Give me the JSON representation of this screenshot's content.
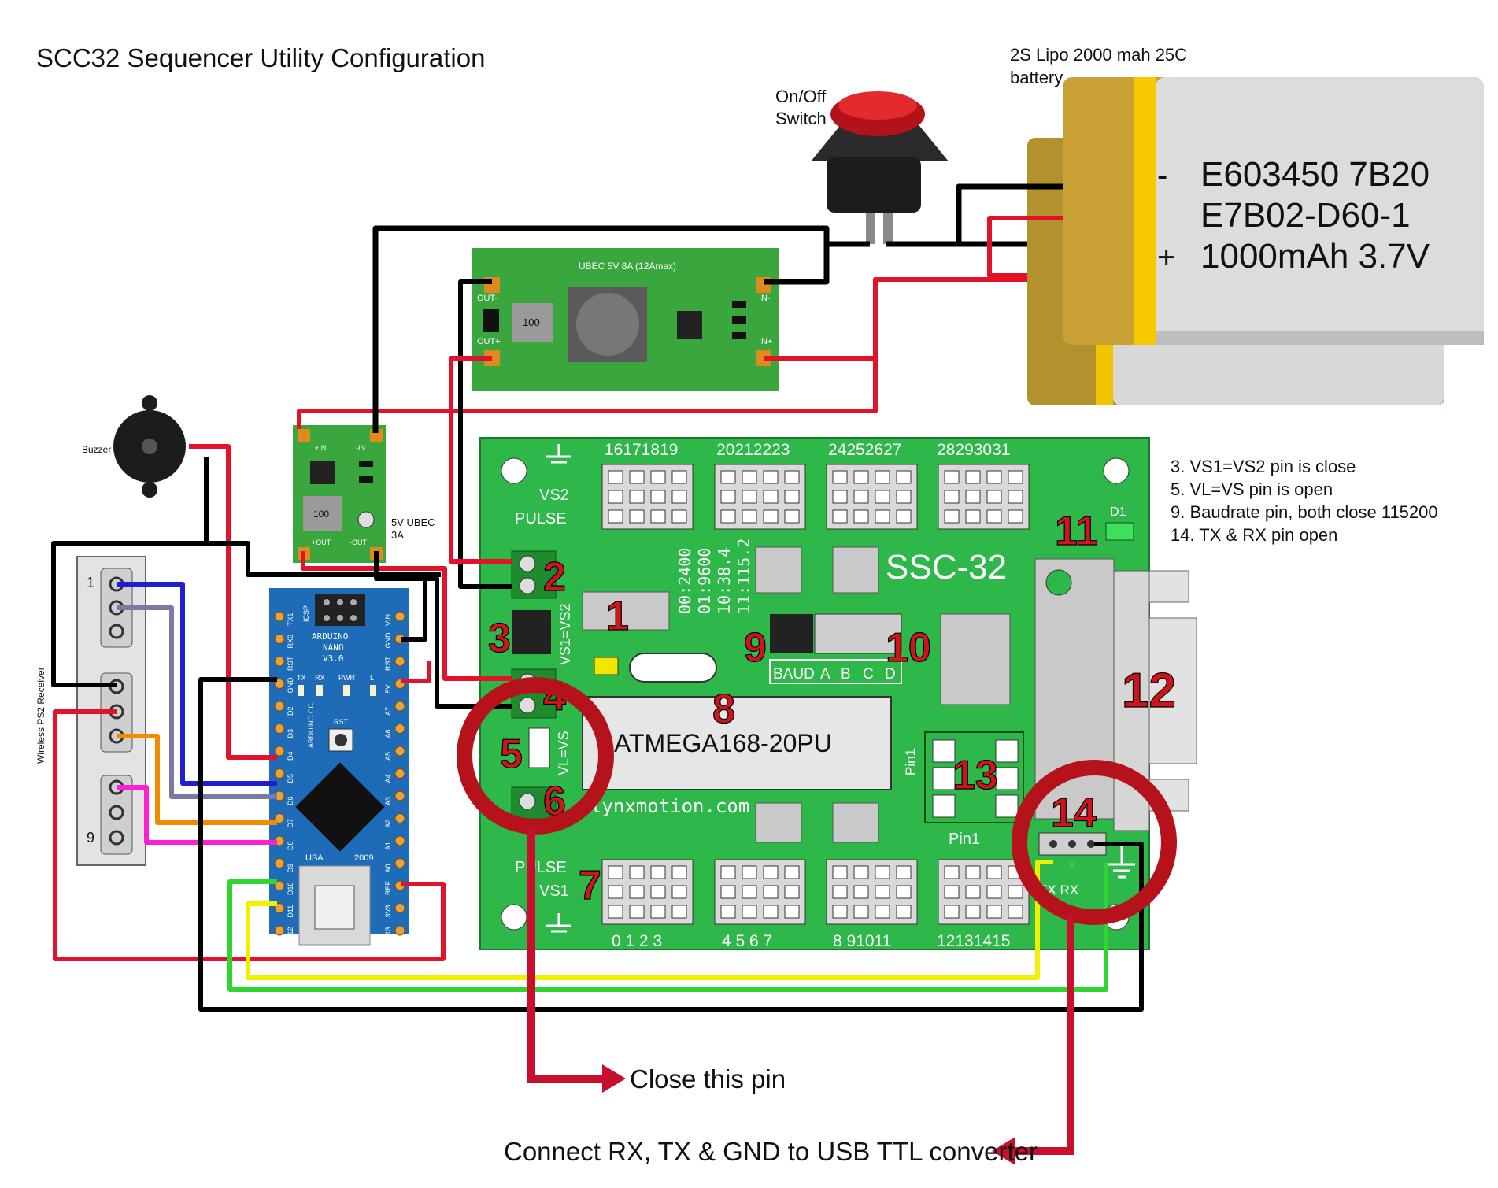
{
  "title": "SCC32 Sequencer Utility Configuration",
  "battery": {
    "caption_line1": "2S Lipo 2000 mah 25C",
    "caption_line2": "battery",
    "minus": "-",
    "plus": "+",
    "label_line1": "E603450 7B20",
    "label_line2": "E7B02-D60-1",
    "label_line3": "1000mAh 3.7V"
  },
  "switch": {
    "label_line1": "On/Off",
    "label_line2": "Switch"
  },
  "ubec_large": {
    "title": "UBEC 5V 8A (12Amax)",
    "out_minus": "OUT-",
    "out_plus": "OUT+",
    "in_minus": "IN-",
    "in_plus": "IN+",
    "inductor": "100"
  },
  "ubec_small": {
    "caption_line1": "5V UBEC",
    "caption_line2": "3A",
    "inductor": "100",
    "in_minus": "-IN",
    "in_plus": "+IN",
    "out_plus": "+OUT",
    "out_minus": "-OUT"
  },
  "buzzer": {
    "label": "Buzzer"
  },
  "receiver": {
    "label": "Wireless PS2 Receiver",
    "pin_first": "1",
    "pin_last": "9"
  },
  "arduino": {
    "line1": "ARDUINO",
    "line2": "NANO",
    "line3": "V3.0",
    "url": "ARDUINO.CC",
    "country": "USA",
    "year": "2009",
    "icsp": "ICSP",
    "rst": "RST",
    "leds": [
      "TX",
      "RX",
      "PWR",
      "L"
    ],
    "left_pins": [
      "TX1",
      "RX0",
      "RST",
      "GND",
      "D2",
      "D3",
      "D4",
      "D5",
      "D6",
      "D7",
      "D8",
      "D9",
      "D10",
      "D11",
      "D12"
    ],
    "right_pins": [
      "VIN",
      "GND",
      "RST",
      "5V",
      "A7",
      "A6",
      "A5",
      "A4",
      "A3",
      "A2",
      "A1",
      "A0",
      "REF",
      "3V3",
      "D13"
    ]
  },
  "ssc32": {
    "brand": "SSC-32",
    "chip": "ATMEGA168-20PU",
    "website": "lynxmotion.com",
    "vs2": "VS2",
    "vs1": "VS1",
    "pulse": "PULSE",
    "vs1_vs2": "VS1=VS2",
    "vl_vs": "VL=VS",
    "baud": "BAUD",
    "abcd": [
      "A",
      "B",
      "C",
      "D"
    ],
    "d1": "D1",
    "pin1": "Pin1",
    "pin1_b": "Pin1",
    "txrx": "TX RX",
    "baud_rates": [
      "00:2400",
      "01:9600",
      "10:38.4",
      "11:115.2"
    ],
    "top_ch": [
      "16171819",
      "20212223",
      "24252627",
      "28293031"
    ],
    "bottom_ch": [
      "0 1 2 3",
      "4 5 6 7",
      "8 91011",
      "12131415"
    ],
    "markers": [
      "1",
      "2",
      "3",
      "4",
      "5",
      "6",
      "7",
      "8",
      "9",
      "10",
      "11",
      "12",
      "13",
      "14"
    ]
  },
  "notes": [
    "3. VS1=VS2 pin is close",
    "5. VL=VS pin is open",
    "9. Baudrate pin, both close 115200",
    "14. TX & RX pin open"
  ],
  "callouts": {
    "close_pin": "Close this pin",
    "usb_ttl": "Connect RX, TX & GND to USB TTL converter"
  },
  "colors": {
    "pcb_green": "#2fb84a",
    "ubec_green": "#3aa63e",
    "arduino_blue": "#1e6bb8",
    "marker_red": "#d0141c",
    "circle_red": "#b5121b",
    "battery_gold": "#c9a135"
  }
}
